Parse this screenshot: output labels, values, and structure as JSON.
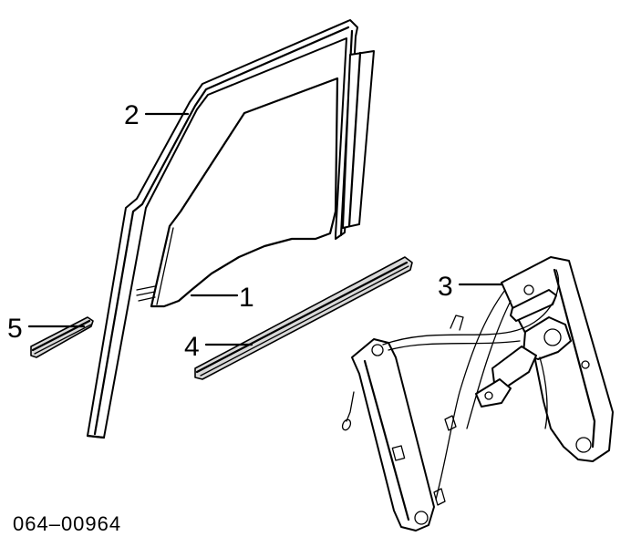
{
  "callouts": {
    "c1": "1",
    "c2": "2",
    "c3": "3",
    "c4": "4",
    "c5": "5"
  },
  "diagram_code": "064–00964",
  "colors": {
    "ink": "#000000",
    "paper": "#ffffff",
    "shade": "#d9d9d9"
  }
}
